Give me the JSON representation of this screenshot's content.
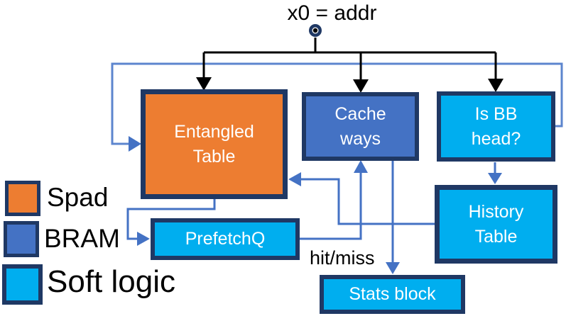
{
  "title": "x0 = addr",
  "blocks": {
    "entangled_table": {
      "line1": "Entangled",
      "line2": "Table"
    },
    "cache_ways": {
      "line1": "Cache",
      "line2": "ways"
    },
    "is_bb_head": {
      "line1": "Is BB",
      "line2": "head?"
    },
    "history_table": {
      "line1": "History",
      "line2": "Table"
    },
    "prefetchq": {
      "line1": "PrefetchQ"
    },
    "stats_block": {
      "line1": "Stats block"
    }
  },
  "labels": {
    "hit_miss": "hit/miss"
  },
  "legend": {
    "items": [
      {
        "label": "Spad",
        "color": "#ED7D31"
      },
      {
        "label": "BRAM",
        "color": "#4472C4"
      },
      {
        "label": "Soft logic",
        "color": "#00AEEF"
      }
    ]
  },
  "colors": {
    "spad_orange": "#ED7D31",
    "bram_blue": "#4472C4",
    "soft_logic_cyan": "#00AEEF",
    "border_navy": "#1F3864",
    "connector_blue": "#4472C4",
    "feedback_line_blue": "#5C85CE",
    "bus_black": "#000000"
  }
}
